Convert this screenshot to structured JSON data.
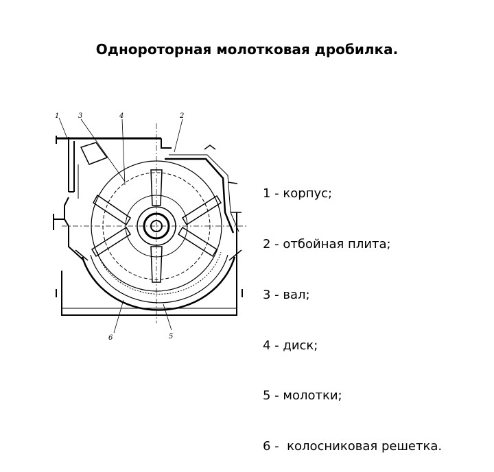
{
  "title": "Однороторная молотковая дробилка.",
  "legend": [
    "1 - корпус;",
    "2 - отбойная плита;",
    "3 - вал;",
    "4 - диск;",
    "5 - молотки;",
    "6 -  колосниковая решетка."
  ],
  "callouts": [
    "1",
    "3",
    "4",
    "2",
    "6",
    "5"
  ]
}
